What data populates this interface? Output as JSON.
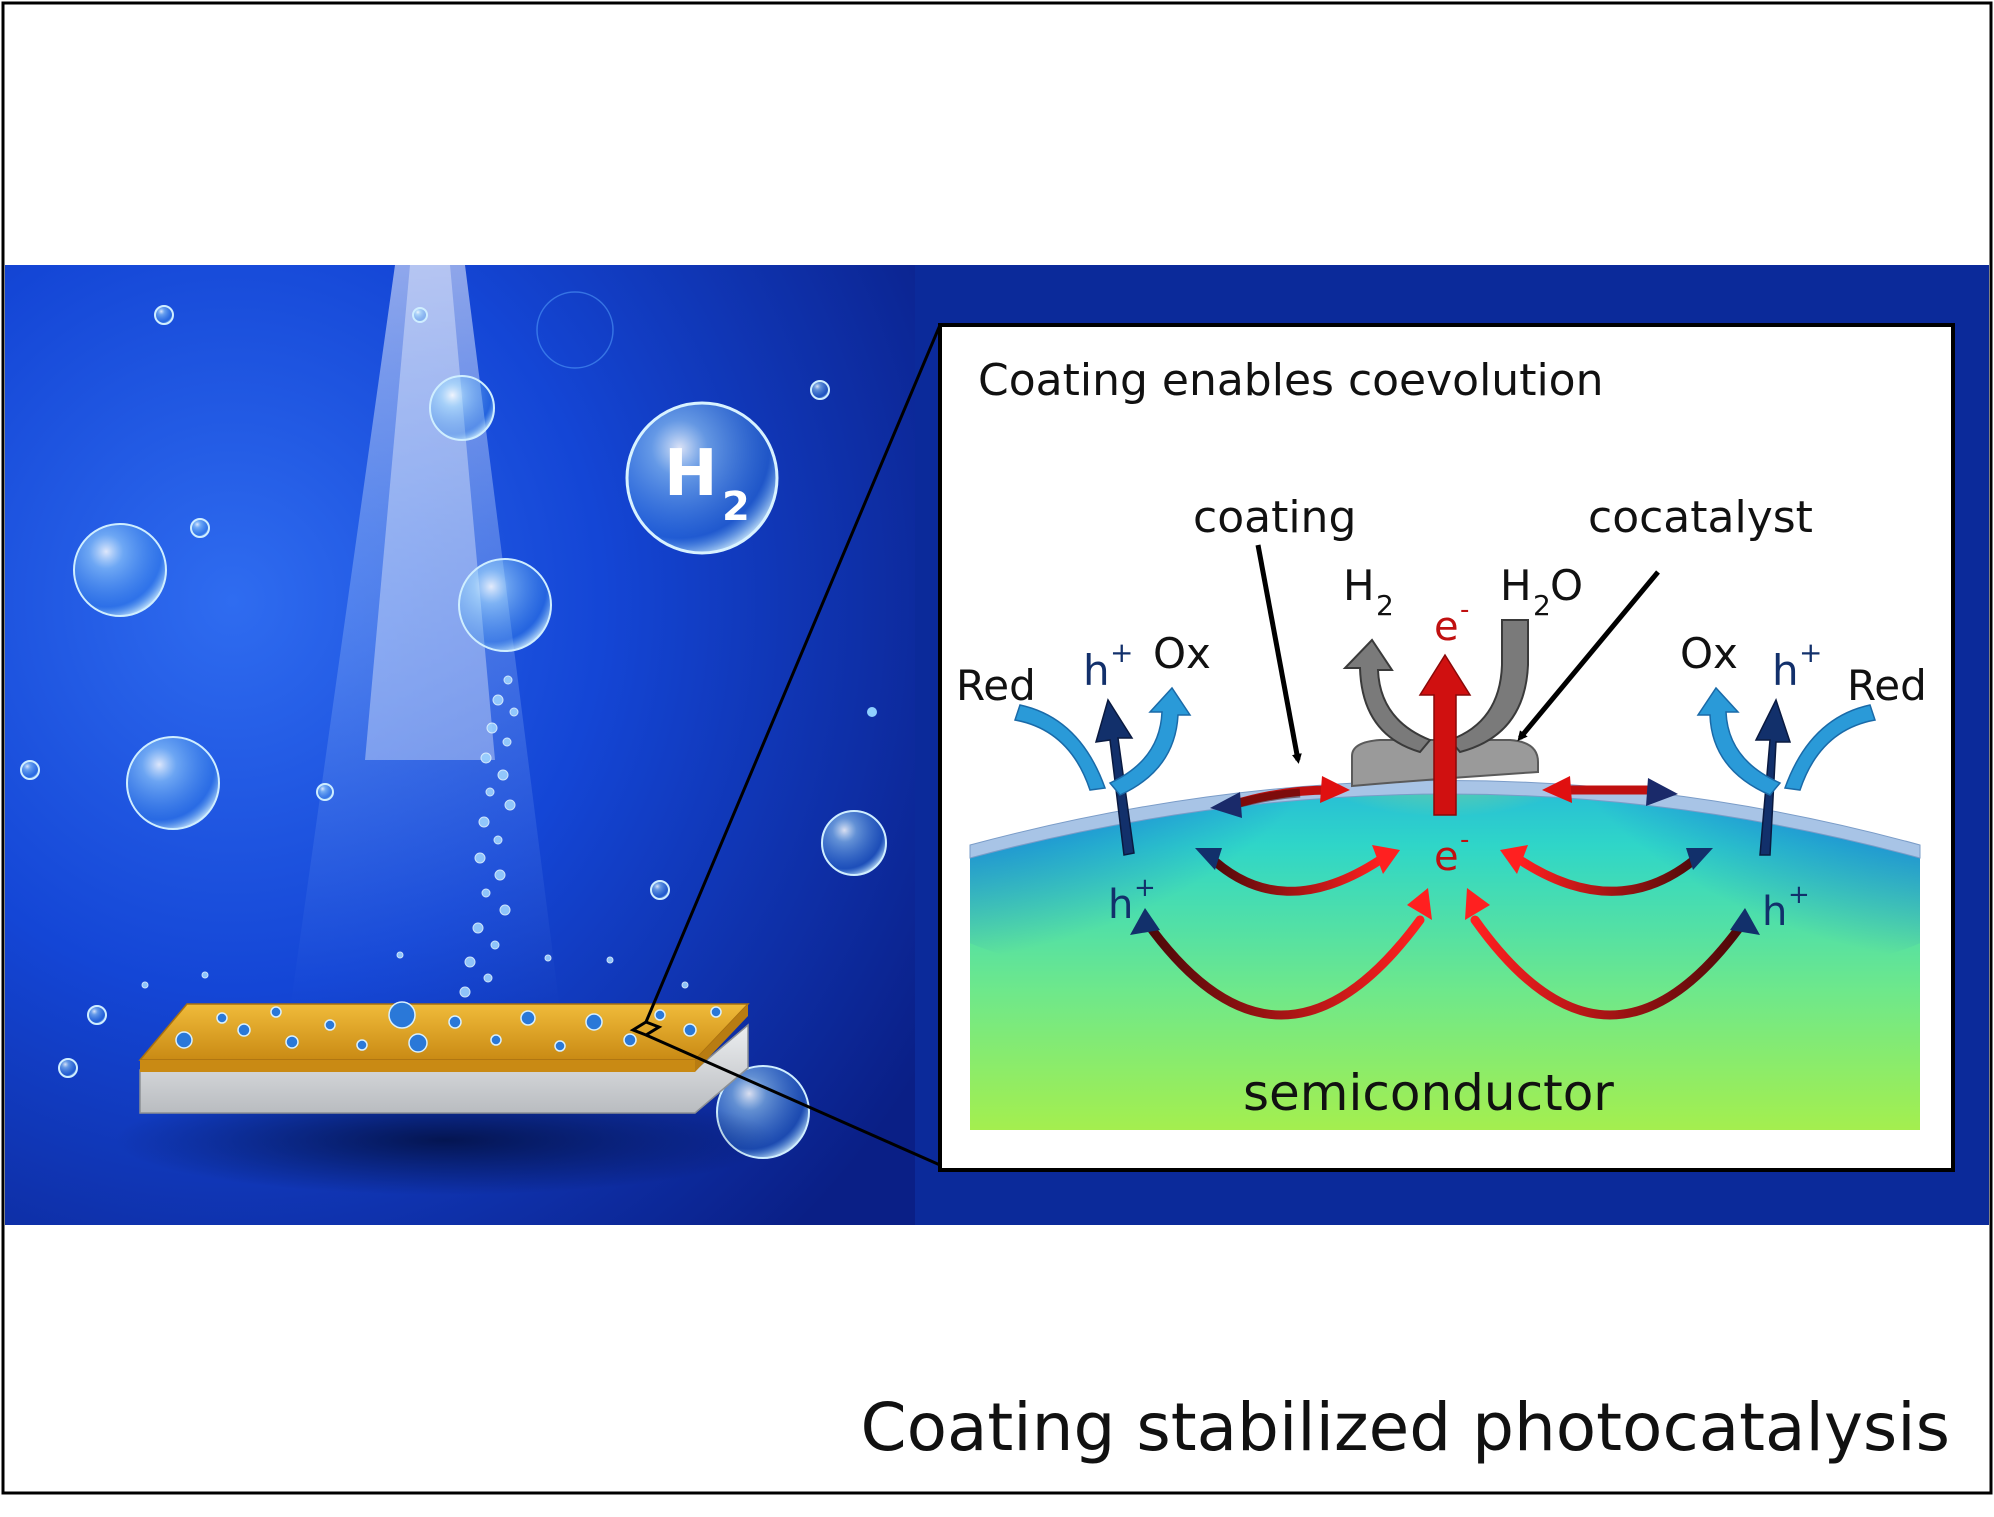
{
  "scene": {
    "bubble_label": {
      "main": "H",
      "sub": "2"
    },
    "caption": "Coating stabilized photocatalysis"
  },
  "inset": {
    "title": "Coating enables coevolution",
    "labels": {
      "coating": "coating",
      "cocatalyst": "cocatalyst",
      "h2_main": "H",
      "h2_sub": "2",
      "h2o_pre": "H",
      "h2o_sub": "2",
      "h2o_post": "O",
      "e_top": "e",
      "e_top_sup": "-",
      "e_mid": "e",
      "e_mid_sup": "-",
      "red_left": "Red",
      "hplus_left_top": "h",
      "hplus_left_top_sup": "+",
      "ox_left": "Ox",
      "ox_right": "Ox",
      "hplus_right_top": "h",
      "hplus_right_top_sup": "+",
      "red_right": "Red",
      "hplus_left_low": "h",
      "hplus_left_low_sup": "+",
      "hplus_right_low": "h",
      "hplus_right_low_sup": "+",
      "semiconductor": "semiconductor"
    }
  },
  "colors": {
    "ocean": "#0a3ec8",
    "frame_band": "#0f2a8f",
    "electron_red": "#c01010",
    "hole_navy": "#12306b",
    "ox_arrow": "#2a8fd0",
    "coating": "#a8c4e6",
    "cocatalyst_gray": "#8a8a8a",
    "plate_gold": "#e0a42a",
    "plate_gray": "#d4d6d8"
  }
}
